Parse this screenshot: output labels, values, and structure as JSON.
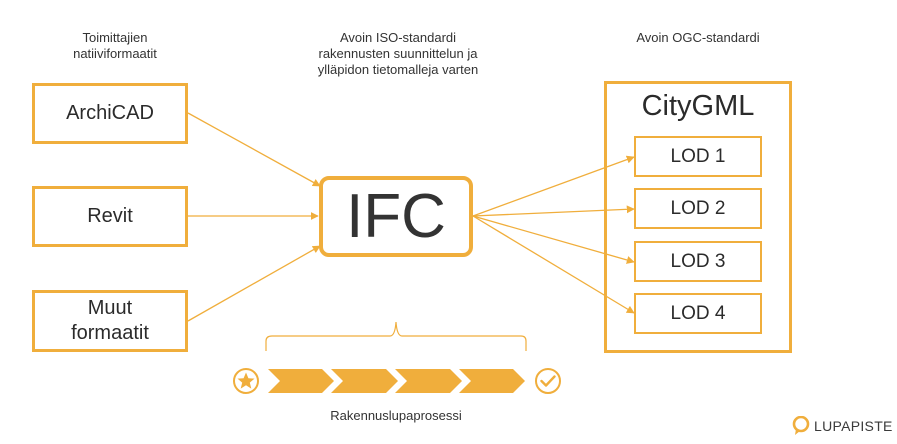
{
  "captions": {
    "native": "Toimittajien\nnatiiviformaatit",
    "iso": "Avoin ISO-standardi\nrakennusten suunnittelun ja\nylläpidon tietomalleja varten",
    "ogc": "Avoin OGC-standardi"
  },
  "sources": [
    {
      "label": "ArchiCAD"
    },
    {
      "label": "Revit"
    },
    {
      "label": "Muut\nformaatit"
    }
  ],
  "ifc": {
    "label": "IFC"
  },
  "citygml": {
    "title": "CityGML",
    "lods": [
      {
        "label": "LOD 1"
      },
      {
        "label": "LOD 2"
      },
      {
        "label": "LOD 3"
      },
      {
        "label": "LOD 4"
      }
    ]
  },
  "process": {
    "label": "Rakennuslupaprosessi"
  },
  "brand": {
    "name": "LUPAPISTE"
  },
  "colors": {
    "accent": "#f0ae3c",
    "text": "#2b2b2b"
  }
}
